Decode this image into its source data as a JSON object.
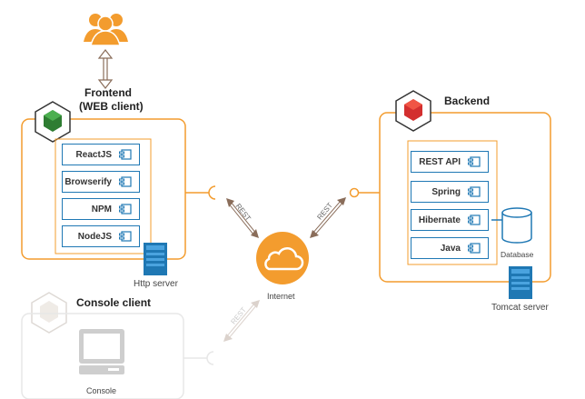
{
  "frontend": {
    "title_line1": "Frontend",
    "title_line2": "(WEB client)",
    "components": [
      "ReactJS",
      "Browserify",
      "NPM",
      "NodeJS"
    ],
    "server_label": "Http server"
  },
  "backend": {
    "title": "Backend",
    "components": [
      "REST API",
      "Spring",
      "Hibernate",
      "Java"
    ],
    "database_label": "Database",
    "server_label": "Tomcat server"
  },
  "console": {
    "title": "Console client",
    "label": "Console"
  },
  "internet": {
    "label": "Internet"
  },
  "connections": {
    "rest_label": "REST"
  },
  "colors": {
    "orange": "#f39c2e",
    "blue": "#1f78b4",
    "grey": "#d9d9d9",
    "arrow": "#8a6d5a"
  }
}
